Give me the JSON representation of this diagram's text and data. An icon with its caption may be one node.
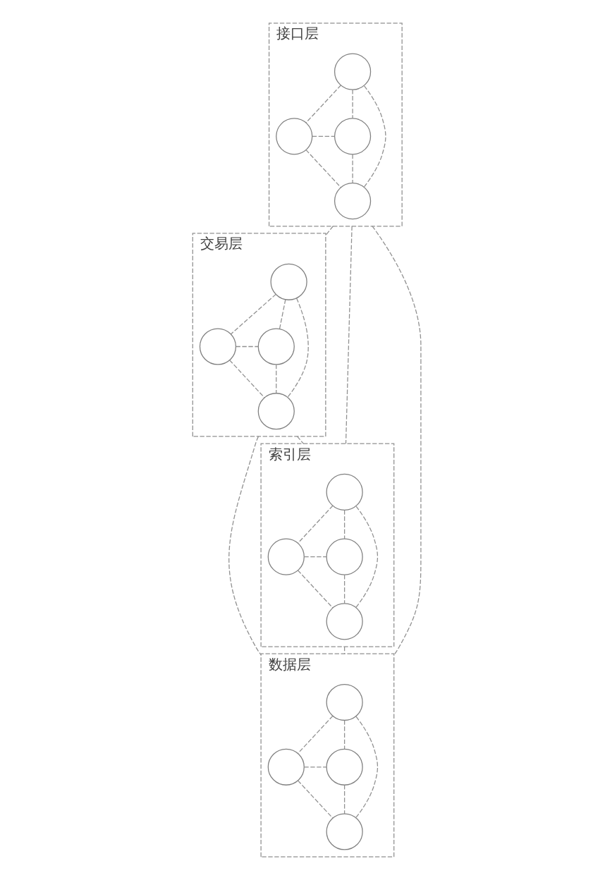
{
  "diagram": {
    "nodes": [
      {
        "text": [
          "接口层"
        ]
      },
      {
        "text": [],
        "shape": "circle",
        "in": 0
      },
      {
        "text": [],
        "shape": "circle",
        "in": 0
      },
      {
        "text": [],
        "shape": "circle",
        "in": 0
      },
      {
        "text": [],
        "shape": "circle",
        "in": 0
      },
      {
        "text": [
          "交易层"
        ]
      },
      {
        "text": [],
        "shape": "circle",
        "in": 5
      },
      {
        "text": [],
        "shape": "circle",
        "in": 5
      },
      {
        "text": [],
        "shape": "circle",
        "in": 5
      },
      {
        "text": [],
        "shape": "circle",
        "in": 5
      },
      {
        "text": [
          "索引层"
        ]
      },
      {
        "text": [],
        "shape": "circle",
        "in": 10
      },
      {
        "text": [],
        "shape": "circle",
        "in": 10
      },
      {
        "text": [],
        "shape": "circle",
        "in": 10
      },
      {
        "text": [],
        "shape": "circle",
        "in": 10
      },
      {
        "text": [
          "数据层"
        ]
      },
      {
        "text": [],
        "shape": "circle",
        "in": 15
      },
      {
        "text": [],
        "shape": "circle",
        "in": 15
      },
      {
        "text": [],
        "shape": "circle",
        "in": 15
      },
      {
        "text": [],
        "shape": "circle",
        "in": 15
      }
    ],
    "edges": [
      {
        "from": 1,
        "to": 2,
        "arrow": "none",
        "style": "dashed"
      },
      {
        "from": 1,
        "to": 3,
        "arrow": "none",
        "style": "dashed"
      },
      {
        "from": 2,
        "to": 3,
        "arrow": "none",
        "style": "dashed"
      },
      {
        "from": 1,
        "to": 4,
        "arrow": "none",
        "style": "dashed"
      },
      {
        "from": 2,
        "to": 4,
        "arrow": "none",
        "style": "dashed"
      },
      {
        "from": 3,
        "to": 4,
        "arrow": "none",
        "style": "dashed"
      },
      {
        "from": 6,
        "to": 7,
        "arrow": "none",
        "style": "dashed"
      },
      {
        "from": 6,
        "to": 8,
        "arrow": "none",
        "style": "dashed"
      },
      {
        "from": 7,
        "to": 8,
        "arrow": "none",
        "style": "dashed"
      },
      {
        "from": 6,
        "to": 9,
        "arrow": "none",
        "style": "dashed"
      },
      {
        "from": 7,
        "to": 9,
        "arrow": "none",
        "style": "dashed"
      },
      {
        "from": 8,
        "to": 9,
        "arrow": "none",
        "style": "dashed"
      },
      {
        "from": 11,
        "to": 12,
        "arrow": "none",
        "style": "dashed"
      },
      {
        "from": 11,
        "to": 13,
        "arrow": "none",
        "style": "dashed"
      },
      {
        "from": 12,
        "to": 13,
        "arrow": "none",
        "style": "dashed"
      },
      {
        "from": 11,
        "to": 14,
        "arrow": "none",
        "style": "dashed"
      },
      {
        "from": 12,
        "to": 14,
        "arrow": "none",
        "style": "dashed"
      },
      {
        "from": 13,
        "to": 14,
        "arrow": "none",
        "style": "dashed"
      },
      {
        "from": 16,
        "to": 17,
        "arrow": "none",
        "style": "dashed"
      },
      {
        "from": 16,
        "to": 18,
        "arrow": "none",
        "style": "dashed"
      },
      {
        "from": 17,
        "to": 18,
        "arrow": "none",
        "style": "dashed"
      },
      {
        "from": 16,
        "to": 19,
        "arrow": "none",
        "style": "dashed"
      },
      {
        "from": 17,
        "to": 19,
        "arrow": "none",
        "style": "dashed"
      },
      {
        "from": 18,
        "to": 19,
        "arrow": "none",
        "style": "dashed"
      },
      {
        "from": 0,
        "to": 5,
        "arrow": "none",
        "style": "dashed"
      },
      {
        "from": 0,
        "to": 10,
        "arrow": "none",
        "style": "dashed"
      },
      {
        "from": 0,
        "to": 15,
        "arrow": "none",
        "style": "dashed"
      },
      {
        "from": 5,
        "to": 10,
        "arrow": "none",
        "style": "dashed"
      },
      {
        "from": 5,
        "to": 15,
        "arrow": "none",
        "style": "dashed"
      },
      {
        "from": 10,
        "to": 15,
        "arrow": "none",
        "style": "dashed"
      }
    ]
  }
}
